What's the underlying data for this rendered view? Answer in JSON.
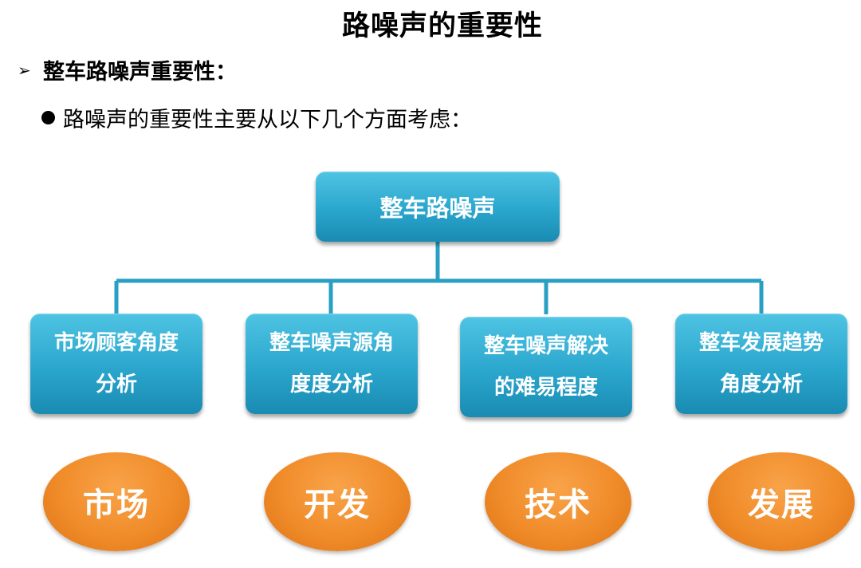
{
  "title": "路噪声的重要性",
  "heading": {
    "marker": "➢",
    "text": "整车路噪声重要性："
  },
  "bullet": {
    "text": "路噪声的重要性主要从以下几个方面考虑："
  },
  "diagram": {
    "root": "整车路噪声",
    "children": [
      {
        "line1": "市场顾客角度",
        "line2": "分析"
      },
      {
        "line1": "整车噪声源角",
        "line2": "度度分析"
      },
      {
        "line1": "整车噪声解决",
        "line2": "的难易程度"
      },
      {
        "line1": "整车发展趋势",
        "line2": "角度分析"
      }
    ],
    "categories": [
      "市场",
      "开发",
      "技术",
      "发展"
    ]
  },
  "colors": {
    "node_blue": "#2aa6cd",
    "connector": "#2a9fc4",
    "oval_orange": "#f08c2a",
    "text_white": "#ffffff"
  }
}
